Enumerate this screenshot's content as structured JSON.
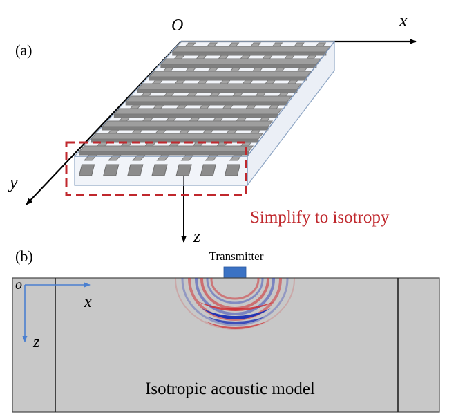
{
  "panel_a": {
    "label": "(a)",
    "axes": {
      "origin": "O",
      "x": "x",
      "y": "y",
      "z": "z"
    },
    "annotation": "Simplify to isotropy",
    "annotation_color": "#c0282d",
    "bar_color": "#9a9a9a",
    "box_color": "#8fa6c4"
  },
  "panel_b": {
    "label": "(b)",
    "source_label": "Transmitter",
    "source_color": "#3b72c4",
    "axes": {
      "origin": "o",
      "x": "x",
      "z": "z"
    },
    "axis_color": "#4a7fd0",
    "model_label": "Isotropic acoustic model",
    "model_fill": "#c8c8c8",
    "wave_colors": {
      "positive": "#1a2fb5",
      "negative": "#d0262a"
    }
  }
}
